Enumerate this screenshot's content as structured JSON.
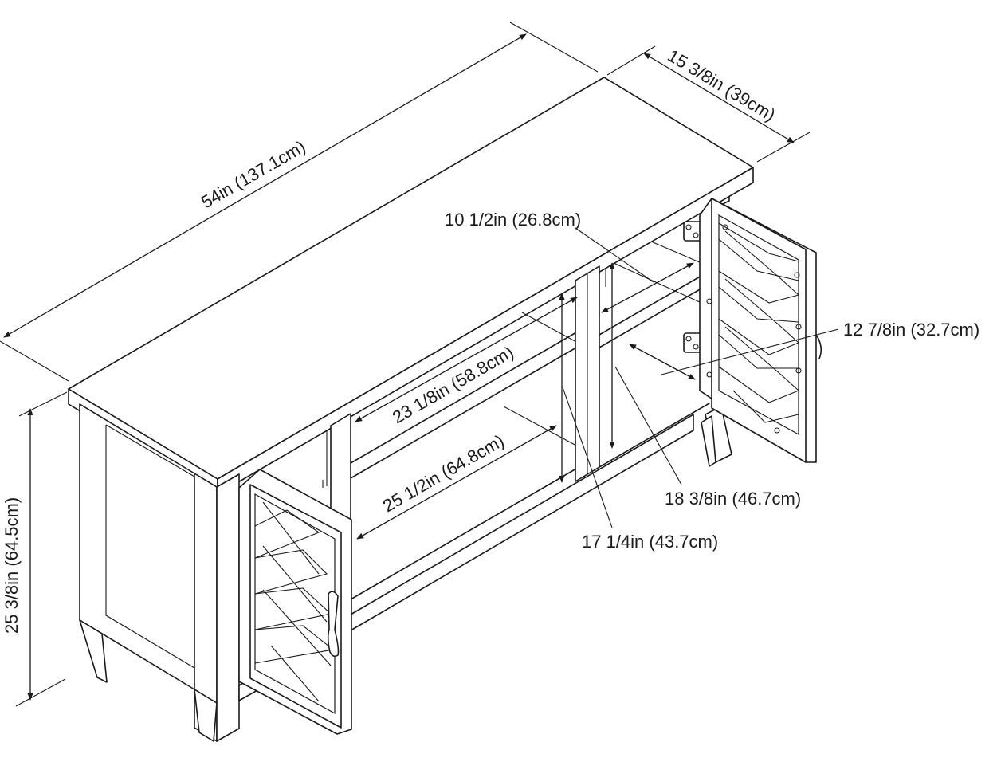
{
  "dimensions": {
    "width": "54in (137.1cm)",
    "depth": "15 3/8in (39cm)",
    "height": "25 3/8in (64.5cm)",
    "side_shelf_depth": "10 1/2in (26.8cm)",
    "side_opening_height": "12 7/8in (32.7cm)",
    "upper_opening_width": "23 1/8in (58.8cm)",
    "lower_opening_width": "25 1/2in (64.8cm)",
    "center_opening_height": "17 1/4in (43.7cm)",
    "center_opening_depth": "18 3/8in (46.7cm)"
  }
}
